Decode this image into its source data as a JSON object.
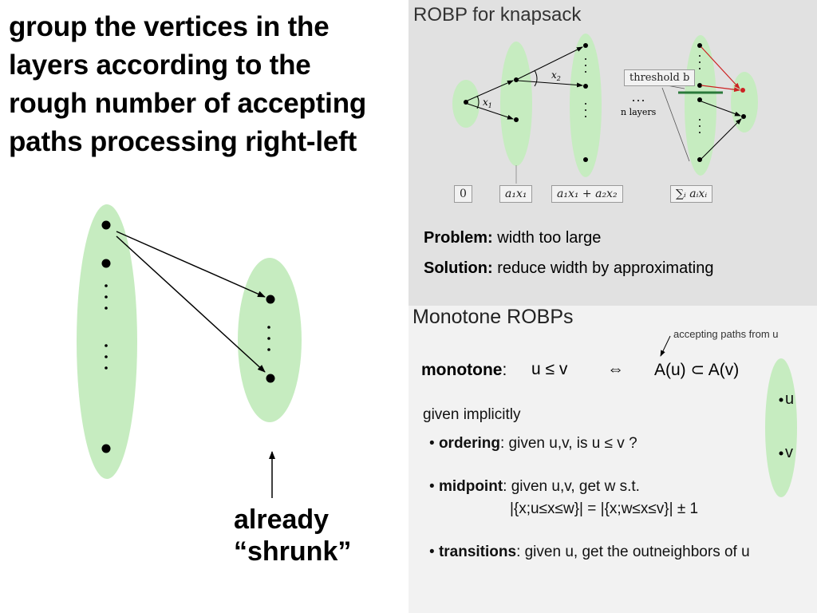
{
  "slide": {
    "title_lines": [
      "group the vertices in the",
      "layers according to the",
      "rough number of accepting",
      "paths processing right-left"
    ],
    "shrunk_label_lines": [
      "already",
      "“shrunk”"
    ]
  },
  "robp": {
    "title": "ROBP for knapsack",
    "edge_labels": {
      "x1": "x",
      "x1_sub": "1",
      "x2": "x",
      "x2_sub": "2"
    },
    "threshold_label": "threshold b",
    "n_layers_label": "n layers",
    "layer_labels": [
      "0",
      "a₁x₁",
      "a₁x₁ + a₂x₂",
      "∑ᵢ aᵢxᵢ"
    ],
    "problem_label": "Problem:",
    "problem_text": " width too large",
    "solution_label": "Solution:",
    "solution_text": " reduce width by approximating"
  },
  "monotone": {
    "title": "Monotone ROBPs",
    "accepting_note": "accepting paths from u",
    "def_label": "monotone",
    "def_colon": ":",
    "lhs": "u ≤ v",
    "iff": "⇔",
    "rhs": "A(u) ⊂ A(v)",
    "given": "given implicitly",
    "items": [
      {
        "label": "ordering",
        "text": ": given u,v, is u ≤ v ?"
      },
      {
        "label": "midpoint",
        "text": ": given u,v, get w s.t."
      },
      {
        "label": "transitions",
        "text": ": given u, get the outneighbors of u"
      }
    ],
    "midpoint_formula": "|{x;u≤x≤w}| = |{x;w≤x≤v}| ± 1",
    "node_u": "u",
    "node_v": "v"
  },
  "colors": {
    "layer_fill": "#c6ecc0",
    "top_inset_bg": "#e1e1e1",
    "bottom_inset_bg": "#f2f2f2",
    "threshold_line": "#2a7a3a",
    "cut_edge": "#cc2222"
  }
}
